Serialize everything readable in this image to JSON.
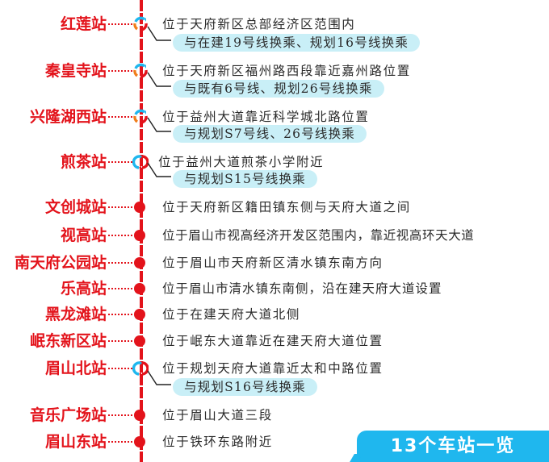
{
  "title": "13个车站一览",
  "colors": {
    "line_red": "#e3131b",
    "transfer_pill_bg": "#c9eff7",
    "banner_bg": "#1fb7ee",
    "transfer_icon_blue": "#1fb7ee",
    "transfer_icon_orange": "#f07d1a",
    "text_dark": "#2a2a2a"
  },
  "stations": [
    {
      "name": "红莲站",
      "desc": "位于天府新区总部经济区范围内",
      "transfer": true,
      "transfer_text": "与在建19号线换乘、规划16号线换乘",
      "icon": "transfer-icon-tricolor"
    },
    {
      "name": "秦皇寺站",
      "desc": "位于天府新区福州路西段靠近嘉州路位置",
      "transfer": true,
      "transfer_text": "与既有6号线、规划26号线换乘",
      "icon": "transfer-icon-tricolor"
    },
    {
      "name": "兴隆湖西站",
      "desc": "位于益州大道靠近科学城北路位置",
      "transfer": true,
      "transfer_text": "与规划S7号线、26号线换乘",
      "icon": "transfer-icon-tricolor"
    },
    {
      "name": "煎茶站",
      "desc": "位于益州大道煎茶小学附近",
      "transfer": true,
      "transfer_text": "与规划S15号线换乘",
      "icon": "transfer-icon-bicolor"
    },
    {
      "name": "文创城站",
      "desc": "位于天府新区籍田镇东侧与天府大道之间",
      "transfer": false,
      "icon": "station-dot"
    },
    {
      "name": "视高站",
      "desc": "位于眉山市视高经济开发区范围内，靠近视高环天大道",
      "transfer": false,
      "icon": "station-dot"
    },
    {
      "name": "南天府公园站",
      "desc": "位于眉山市天府新区清水镇东南方向",
      "transfer": false,
      "icon": "station-dot"
    },
    {
      "name": "乐高站",
      "desc": "位于眉山市清水镇东南侧，沿在建天府大道设置",
      "transfer": false,
      "icon": "station-dot"
    },
    {
      "name": "黑龙滩站",
      "desc": "位于在建天府大道北侧",
      "transfer": false,
      "icon": "station-dot"
    },
    {
      "name": "岷东新区站",
      "desc": "位于岷东大道靠近在建天府大道位置",
      "transfer": false,
      "icon": "station-dot"
    },
    {
      "name": "眉山北站",
      "desc": "位于规划天府大道靠近太和中路位置",
      "transfer": true,
      "transfer_text": "与规划S16号线换乘",
      "icon": "transfer-icon-bicolor"
    },
    {
      "name": "音乐广场站",
      "desc": "位于眉山大道三段",
      "transfer": false,
      "icon": "station-dot"
    },
    {
      "name": "眉山东站",
      "desc": "位于铁环东路附近",
      "transfer": false,
      "icon": "station-dot"
    }
  ]
}
